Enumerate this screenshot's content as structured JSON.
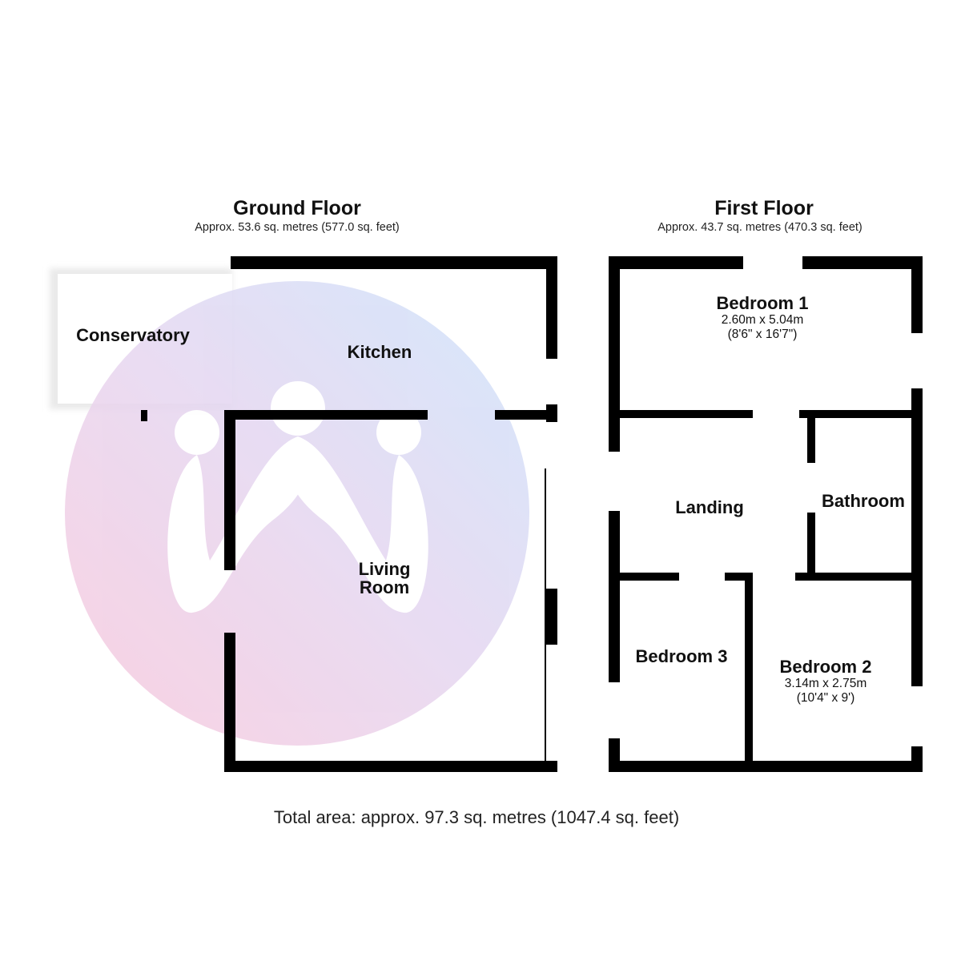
{
  "ground_floor": {
    "title": "Ground Floor",
    "area": "Approx. 53.6 sq. metres (577.0 sq. feet)",
    "rooms": {
      "conservatory": "Conservatory",
      "kitchen": "Kitchen",
      "living_room_line1": "Living",
      "living_room_line2": "Room"
    }
  },
  "first_floor": {
    "title": "First Floor",
    "area": "Approx. 43.7 sq. metres (470.3 sq. feet)",
    "rooms": {
      "bedroom1": {
        "name": "Bedroom 1",
        "metric": "2.60m x 5.04m",
        "imperial": "(8'6\" x 16'7\")"
      },
      "bathroom": "Bathroom",
      "landing": "Landing",
      "bedroom3": "Bedroom 3",
      "bedroom2": {
        "name": "Bedroom 2",
        "metric": "3.14m x 2.75m",
        "imperial": "(10'4\" x 9')"
      }
    }
  },
  "total_area": "Total area: approx. 97.3 sq. metres (1047.4 sq. feet)",
  "watermark": {
    "icon": "agent-logo-icon",
    "colors": [
      "#f7c9dc",
      "#cfe2fb",
      "#e3d3f0"
    ]
  }
}
